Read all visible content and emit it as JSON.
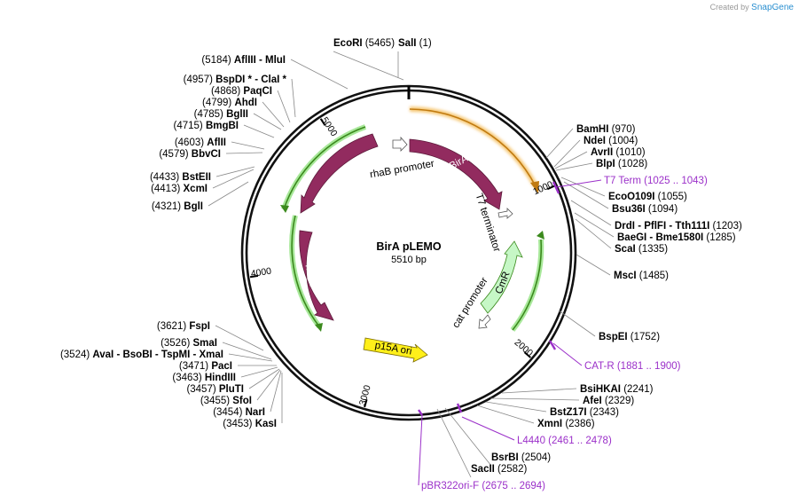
{
  "credit": {
    "prefix": "Created by",
    "brand": "SnapGene"
  },
  "plasmid": {
    "name": "BirA pLEMO",
    "length_label": "5510 bp",
    "length": 5510
  },
  "ticks": [
    {
      "pos": 1000,
      "label": "1000"
    },
    {
      "pos": 2000,
      "label": "2000"
    },
    {
      "pos": 3000,
      "label": "3000"
    },
    {
      "pos": 4000,
      "label": "4000"
    },
    {
      "pos": 5000,
      "label": "5000"
    }
  ],
  "sites": [
    {
      "name": "SalI",
      "pos_label": "(1)"
    },
    {
      "name": "EcoRI",
      "pos_label": "(5465)"
    },
    {
      "name": "AflIII   - MluI",
      "pos_label": "(5184)"
    },
    {
      "name": "BspDI * - ClaI *",
      "pos_label": "(4957)"
    },
    {
      "name": "PaqCI",
      "pos_label": "(4868)"
    },
    {
      "name": "AhdI",
      "pos_label": "(4799)"
    },
    {
      "name": "BglII",
      "pos_label": "(4785)"
    },
    {
      "name": "BmgBI",
      "pos_label": "(4715)"
    },
    {
      "name": "AflII",
      "pos_label": "(4603)"
    },
    {
      "name": "BbvCI",
      "pos_label": "(4579)"
    },
    {
      "name": "BstEII",
      "pos_label": "(4433)"
    },
    {
      "name": "XcmI",
      "pos_label": "(4413)"
    },
    {
      "name": "BglI",
      "pos_label": "(4321)"
    },
    {
      "name": "FspI",
      "pos_label": "(3621)"
    },
    {
      "name": "SmaI",
      "pos_label": "(3526)"
    },
    {
      "name": "AvaI   - BsoBI  - TspMI  - XmaI",
      "pos_label": "(3524)"
    },
    {
      "name": "PacI",
      "pos_label": "(3471)"
    },
    {
      "name": "HindIII",
      "pos_label": "(3463)"
    },
    {
      "name": "PluTI",
      "pos_label": "(3457)"
    },
    {
      "name": "SfoI",
      "pos_label": "(3455)"
    },
    {
      "name": "NarI",
      "pos_label": "(3454)"
    },
    {
      "name": "KasI",
      "pos_label": "(3453)"
    },
    {
      "name": "BamHI",
      "pos_label": "(970)"
    },
    {
      "name": "NdeI",
      "pos_label": "(1004)"
    },
    {
      "name": "AvrII",
      "pos_label": "(1010)"
    },
    {
      "name": "BlpI",
      "pos_label": "(1028)"
    },
    {
      "name": "EcoO109I",
      "pos_label": "(1055)"
    },
    {
      "name": "Bsu36I",
      "pos_label": "(1094)"
    },
    {
      "name": "DrdI  - PflFI  - Tth111I",
      "pos_label": "(1203)"
    },
    {
      "name": "BaeGI  - Bme1580I",
      "pos_label": "(1285)"
    },
    {
      "name": "ScaI",
      "pos_label": "(1335)"
    },
    {
      "name": "MscI",
      "pos_label": "(1485)"
    },
    {
      "name": "BspEI",
      "pos_label": "(1752)"
    },
    {
      "name": "BsiHKAI",
      "pos_label": "(2241)"
    },
    {
      "name": "AfeI",
      "pos_label": "(2329)"
    },
    {
      "name": "BstZ17I",
      "pos_label": "(2343)"
    },
    {
      "name": "XmnI",
      "pos_label": "(2386)"
    },
    {
      "name": "BsrBI",
      "pos_label": "(2504)"
    },
    {
      "name": "SacII",
      "pos_label": "(2582)"
    }
  ],
  "primers": [
    {
      "name": "T7 Term",
      "range_label": "(1025 .. 1043)"
    },
    {
      "name": "CAT-R",
      "range_label": "(1881 .. 1900)"
    },
    {
      "name": "L4440",
      "range_label": "(2461 .. 2478)"
    },
    {
      "name": "pBR322ori-F",
      "range_label": "(2675 .. 2694)"
    }
  ],
  "features": [
    {
      "name": "BirA",
      "type": "cds",
      "color": "#922b5f"
    },
    {
      "name": "rhaS",
      "type": "cds",
      "color": "#922b5f"
    },
    {
      "name": "rhaR",
      "type": "cds",
      "color": "#922b5f"
    },
    {
      "name": "CmR",
      "type": "marker",
      "color": "#c6f7c6"
    },
    {
      "name": "p15A ori",
      "type": "origin",
      "color": "#ffef1a"
    },
    {
      "name": "rhaB promoter",
      "type": "promoter",
      "color": "#ffffff"
    },
    {
      "name": "cat promoter",
      "type": "promoter",
      "color": "#ffffff"
    },
    {
      "name": "T7 terminator",
      "type": "terminator",
      "color": "#ffffff"
    }
  ],
  "colors": {
    "primer": "#9b30c9",
    "orf_orange": "#e6a43a",
    "orf_green": "#5aa82a"
  }
}
